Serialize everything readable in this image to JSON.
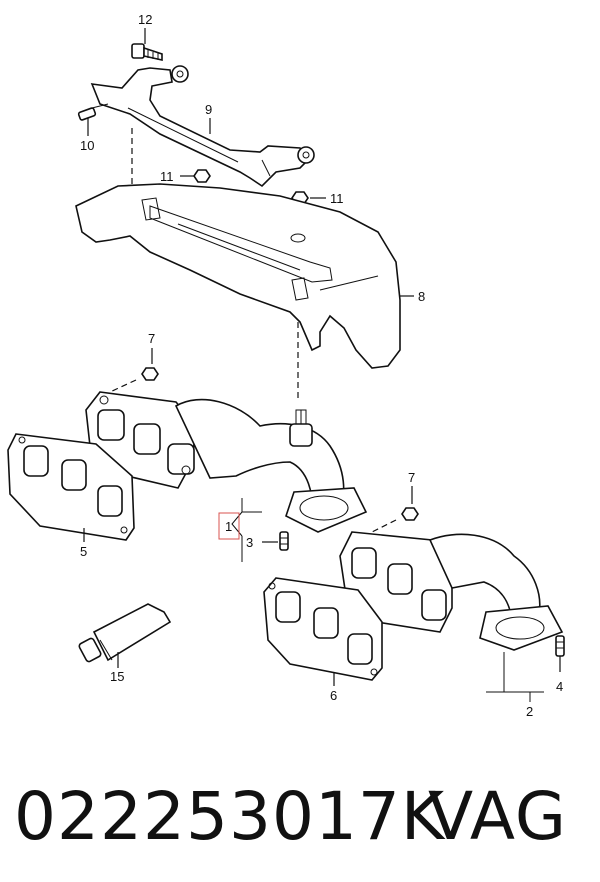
{
  "callouts": {
    "c1": "1",
    "c2": "2",
    "c3": "3",
    "c4": "4",
    "c5": "5",
    "c6": "6",
    "c7a": "7",
    "c7b": "7",
    "c8": "8",
    "c9": "9",
    "c10": "10",
    "c11a": "11",
    "c11b": "11",
    "c12": "12",
    "c15": "15"
  },
  "footer": {
    "part_number": "022253017K",
    "brand": "VAG"
  },
  "colors": {
    "highlight_box": "#d9534f"
  }
}
